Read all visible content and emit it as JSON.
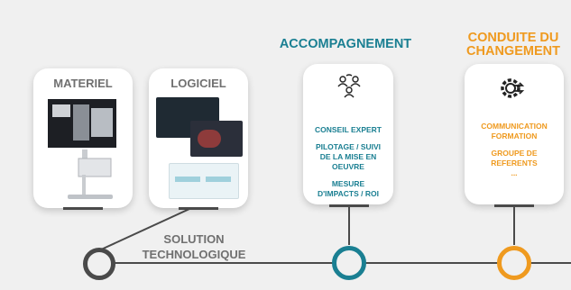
{
  "colors": {
    "teal": "#1a7f92",
    "orange": "#ef9a1f",
    "gray_text": "#707070",
    "line": "#4a4a4a",
    "background": "#f0f0f0"
  },
  "materiel": {
    "title": "MATERIEL"
  },
  "logiciel": {
    "title": "LOGICIEL"
  },
  "solution": {
    "line1": "SOLUTION",
    "line2": "TECHNOLOGIQUE"
  },
  "accompagnement": {
    "heading": "ACCOMPAGNEMENT",
    "icon": "people-network-icon",
    "items": [
      "CONSEIL EXPERT",
      "PILOTAGE / SUIVI DE LA MISE EN OEUVRE",
      "MESURE D'IMPACTS / ROI"
    ]
  },
  "conduite": {
    "heading_line1": "CONDUITE DU",
    "heading_line2": "CHANGEMENT",
    "icon": "gear-arrows-icon",
    "items": [
      "COMMUNICATION FORMATION",
      "GROUPE DE REFERENTS",
      "..."
    ]
  }
}
